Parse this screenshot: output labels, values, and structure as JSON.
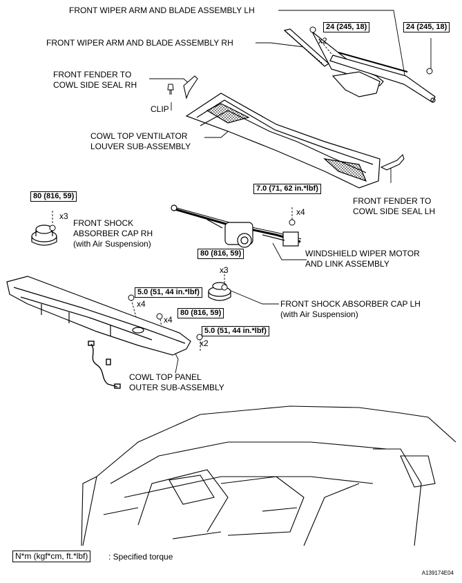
{
  "labels": {
    "wiper_lh": "FRONT WIPER ARM AND BLADE ASSEMBLY LH",
    "wiper_rh": "FRONT WIPER ARM AND BLADE ASSEMBLY RH",
    "seal_rh_1": "FRONT FENDER TO",
    "seal_rh_2": "COWL SIDE SEAL RH",
    "clip": "CLIP",
    "louver_1": "COWL TOP VENTILATOR",
    "louver_2": "LOUVER SUB-ASSEMBLY",
    "seal_lh_1": "FRONT FENDER TO",
    "seal_lh_2": "COWL SIDE SEAL LH",
    "cap_rh_1": "FRONT SHOCK",
    "cap_rh_2": "ABSORBER CAP RH",
    "cap_rh_3": "(with Air Suspension)",
    "motor_1": "WINDSHIELD WIPER MOTOR",
    "motor_2": "AND LINK ASSEMBLY",
    "cap_lh_1": "FRONT SHOCK ABSORBER CAP LH",
    "cap_lh_2": "(with Air Suspension)",
    "panel_1": "COWL TOP PANEL",
    "panel_2": "OUTER SUB-ASSEMBLY"
  },
  "torques": {
    "wiper_nut_rh": "24 (245, 18)",
    "wiper_nut_lh": "24 (245, 18)",
    "motor_bolt": "7.0 (71, 62 in.*lbf)",
    "cap_rh_nut": "80 (816, 59)",
    "cap_lh_nut": "80 (816, 59)",
    "panel_bolt_a": "5.0 (51, 44 in.*lbf)",
    "panel_nut": "80 (816, 59)",
    "panel_bolt_b": "5.0 (51, 44 in.*lbf)"
  },
  "quantities": {
    "wiper": "x2",
    "motor": "x4",
    "cap_rh": "x3",
    "cap_lh": "x3",
    "panel_bolt_a": "x4",
    "panel_nut": "x4",
    "panel_bolt_b": "x2"
  },
  "legend": {
    "box": "N*m (kgf*cm, ft.*lbf)",
    "text": ": Specified torque"
  },
  "figure_code": "A139174E04"
}
